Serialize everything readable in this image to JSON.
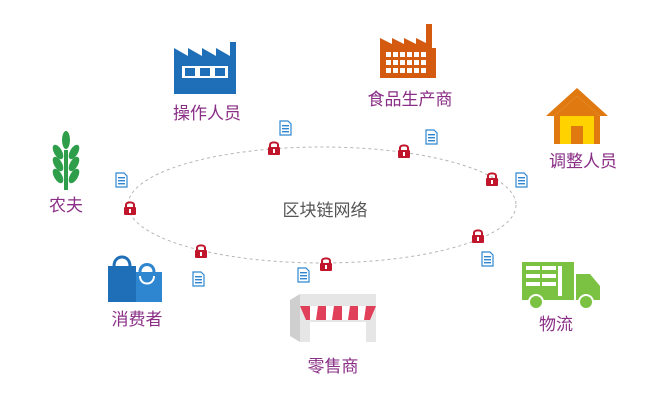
{
  "network_label": "区块链网络",
  "participants": [
    {
      "id": "operator",
      "label": "操作人员",
      "icon": "factory-icon",
      "color": "#1e6fb7"
    },
    {
      "id": "food",
      "label": "食品生产商",
      "icon": "factory-chimney-icon",
      "color": "#d45a10"
    },
    {
      "id": "adjuster",
      "label": "调整人员",
      "icon": "house-icon",
      "color": "#e07a10"
    },
    {
      "id": "logistics",
      "label": "物流",
      "icon": "truck-icon",
      "color": "#7cc242"
    },
    {
      "id": "retail",
      "label": "零售商",
      "icon": "storefront-icon",
      "color": "#e0405a"
    },
    {
      "id": "consumer",
      "label": "消费者",
      "icon": "shopping-bag-icon",
      "color": "#1e6fb7"
    },
    {
      "id": "farmer",
      "label": "农夫",
      "icon": "wheat-icon",
      "color": "#2f9e4a"
    }
  ],
  "colors": {
    "lock": "#c0152b",
    "document": "#2f86d0",
    "label": "#8a2e86",
    "ellipse": "#b5b5b5"
  }
}
